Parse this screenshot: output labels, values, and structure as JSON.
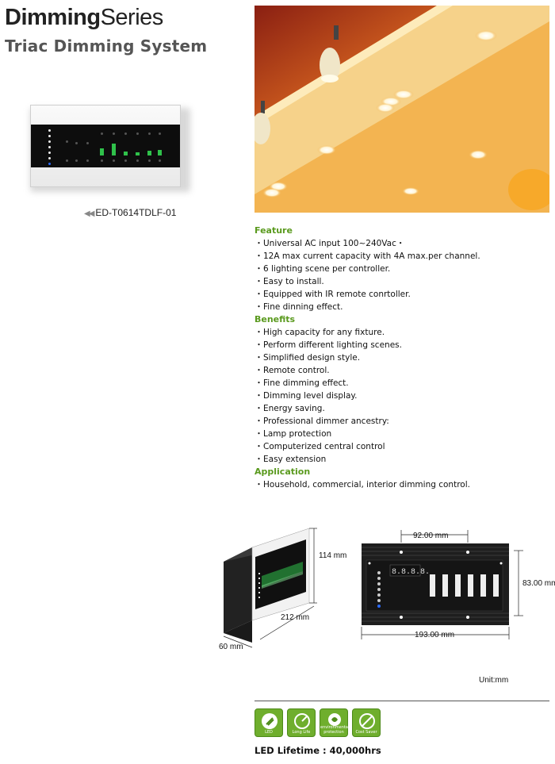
{
  "header": {
    "title_bold": "Dimming",
    "title_light": "Series",
    "subtitle": "Triac Dimming System"
  },
  "product": {
    "model": "ED-T0614TDLF-01",
    "arrows": "◀◀"
  },
  "feature": {
    "heading": "Feature",
    "items": [
      "Universal AC input 100~240Vac・",
      "12A max current capacity with 4A max.per channel.",
      "6 lighting scene per controller.",
      "Easy to install.",
      "Equipped with IR remote conrtoller.",
      "Fine dinning effect."
    ]
  },
  "benefits": {
    "heading": "Benefits",
    "items": [
      "High capacity for any fixture.",
      "Perform different lighting scenes.",
      "Simplified design style.",
      "Remote control.",
      "Fine dimming effect.",
      "Dimming level display.",
      "Energy saving.",
      "Professional dimmer ancestry:",
      "Lamp protection",
      "Computerized central control",
      "Easy extension"
    ]
  },
  "application": {
    "heading": "Application",
    "items": [
      "Household, commercial, interior dimming control."
    ]
  },
  "bullet": "・",
  "dimensions": {
    "height": "114 mm",
    "width": "212 mm",
    "depth": "60 mm",
    "top_span": "92.00 mm",
    "side_span": "83.00 mm",
    "bottom_span": "193.00 mm",
    "display_digits": "8.8.8.8."
  },
  "unit": "Unit:mm",
  "badges": [
    {
      "label": "LED",
      "icon": "led-bulb-icon"
    },
    {
      "label": "Long Life",
      "icon": "long-life-icon"
    },
    {
      "label": "environmental protection",
      "icon": "eco-hand-icon"
    },
    {
      "label": "Cost Saver",
      "icon": "cost-saver-icon"
    }
  ],
  "lifetime": "LED Lifetime : 40,000hrs",
  "colors": {
    "accent_green": "#5a9a1e",
    "badge_green": "#6fae2d"
  }
}
